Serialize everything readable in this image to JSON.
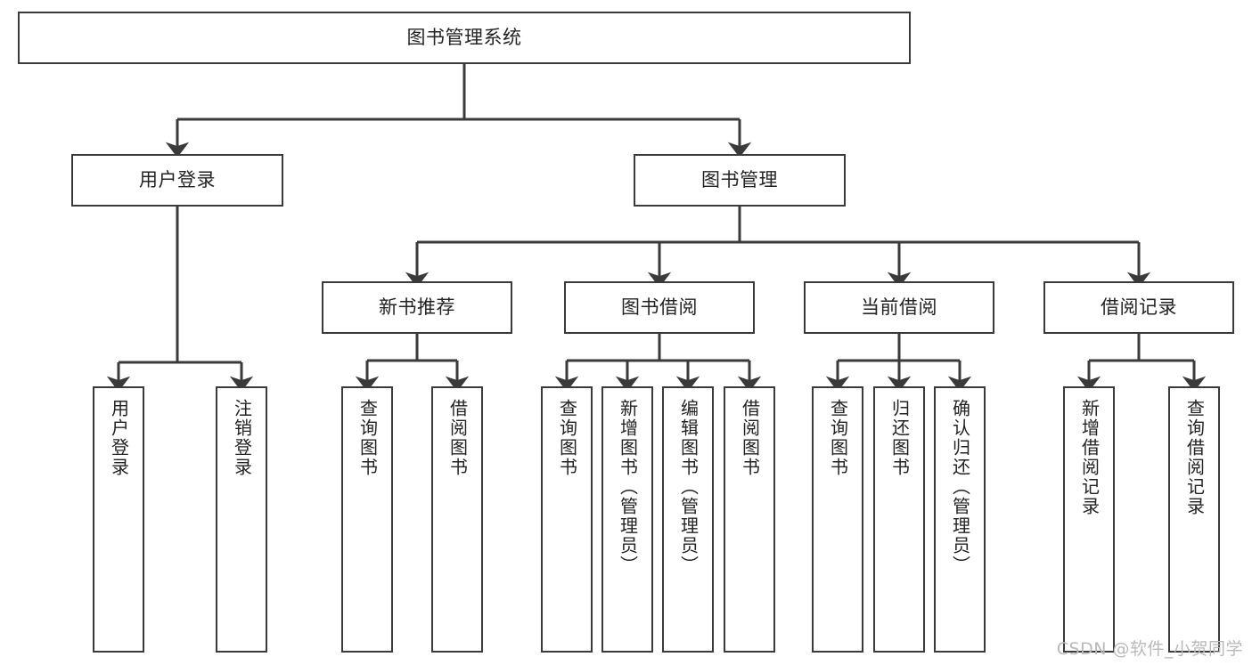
{
  "diagram": {
    "title": "图书管理系统",
    "type": "tree-hierarchy-diagram",
    "root": {
      "label": "图书管理系统"
    },
    "level2": [
      {
        "label": "用户登录"
      },
      {
        "label": "图书管理"
      }
    ],
    "level3": [
      {
        "label": "新书推荐"
      },
      {
        "label": "图书借阅"
      },
      {
        "label": "当前借阅"
      },
      {
        "label": "借阅记录"
      }
    ],
    "leaves": {
      "user_login": [
        {
          "label": "用户登录"
        },
        {
          "label": "注销登录"
        }
      ],
      "new_book_recommend": [
        {
          "label": "查询图书"
        },
        {
          "label": "借阅图书"
        }
      ],
      "book_borrow": [
        {
          "label": "查询图书"
        },
        {
          "label": "新增图书（管理员）"
        },
        {
          "label": "编辑图书（管理员）"
        },
        {
          "label": "借阅图书"
        }
      ],
      "current_borrow": [
        {
          "label": "查询图书"
        },
        {
          "label": "归还图书"
        },
        {
          "label": "确认归还（管理员）"
        }
      ],
      "borrow_record": [
        {
          "label": "新增借阅记录"
        },
        {
          "label": "查询借阅记录"
        }
      ]
    }
  },
  "watermark": {
    "text": "CSDN @软件_小贺同学"
  },
  "colors": {
    "border": "#3a3a3a",
    "text": "#232323",
    "background": "#ffffff",
    "watermark": "#b9b9b9"
  }
}
